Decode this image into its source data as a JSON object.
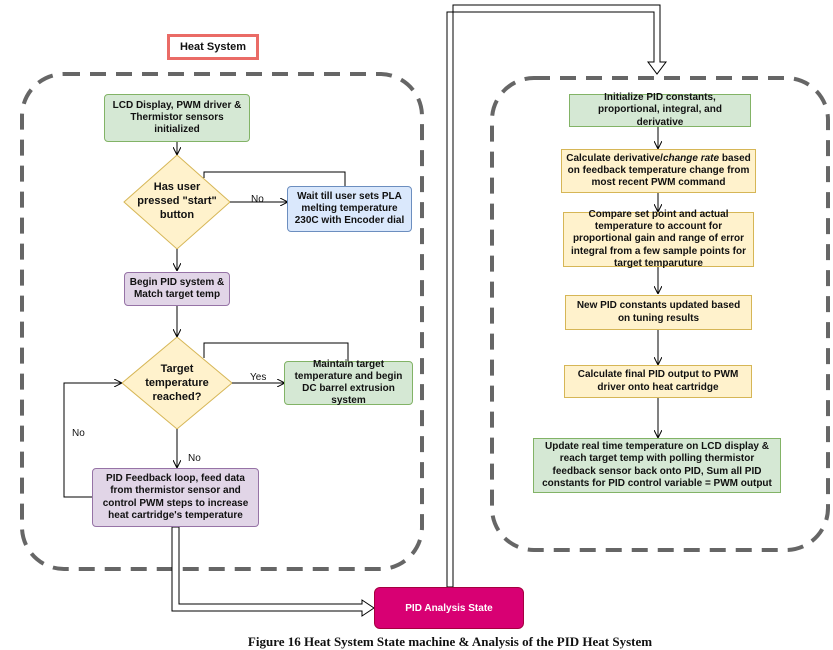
{
  "title": "Heat System",
  "left_flow": {
    "lcd_init": "LCD Display, PWM driver & Thermistor sensors initialized",
    "start_decision": "Has user pressed \"start\" button",
    "wait_setpoint": "Wait till user sets PLA melting temperature 230C with Encoder dial",
    "begin_pid": "Begin PID system & Match target temp",
    "target_decision": "Target temperature reached?",
    "maintain": "Maintain target temperature and begin DC barrel extrusion system",
    "feedback_loop": "PID Feedback loop, feed data from thermistor sensor and control PWM steps to increase heat cartridge's temperature"
  },
  "edge_labels": {
    "no_1": "No",
    "yes": "Yes",
    "no_2": "No",
    "no_3": "No"
  },
  "right_flow": {
    "init_constants": "Initialize PID constants, proportional, integral, and derivative",
    "calc_derivative_pre": "Calculate derivative/",
    "calc_derivative_italic": "change rate",
    "calc_derivative_post": " based on feedback temperature change from most recent PWM command",
    "compare": "Compare set point and actual temperature to account for proportional gain and range of error integral from a few sample points for target temparuture",
    "update_constants": "New PID constants updated based on tuning results",
    "final_output": "Calculate final PID output to PWM driver onto heat cartridge",
    "update_display": "Update real time temperature on LCD display & reach target temp with polling thermistor feedback sensor back onto PID, Sum all PID constants for PID control variable = PWM output"
  },
  "analysis_state": "PID Analysis State",
  "caption": "Figure 16 Heat System State machine & Analysis of the PID Heat System",
  "colors": {
    "green_fill": "#d5e8d4",
    "purple_fill": "#e1d5e7",
    "blue_fill": "#dae8fc",
    "yellow_fill": "#fff2cc",
    "diamond_fill": "#fff2cc",
    "title_border": "#ea6b66",
    "analysis_fill": "#d80073",
    "dashed_border": "#666666"
  }
}
